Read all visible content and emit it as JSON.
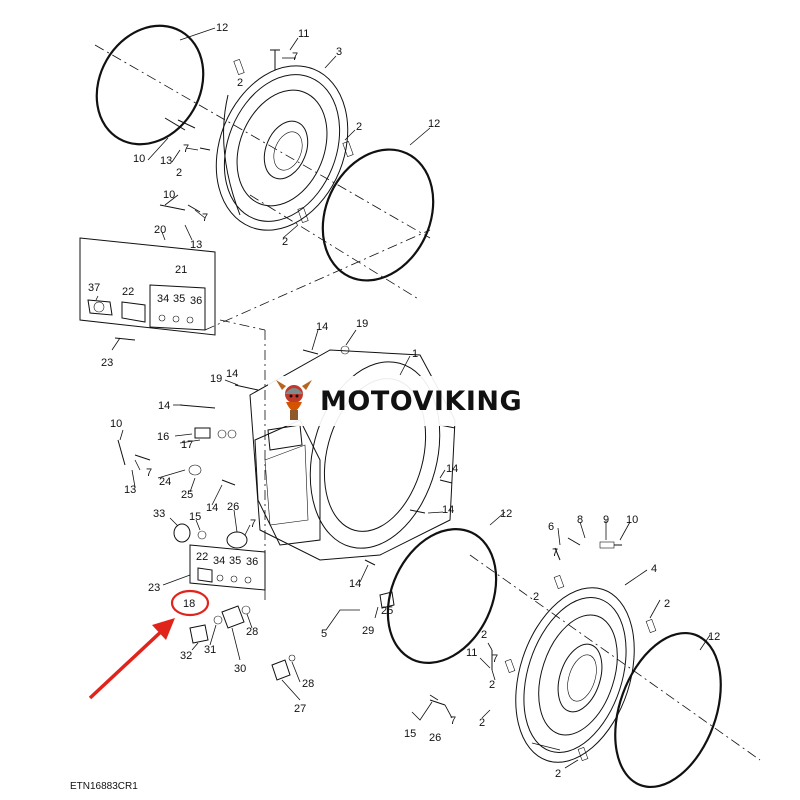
{
  "diagram": {
    "drawing_code": "ETN16883CR1",
    "watermark_text": "MOTOVIKING",
    "highlight_color": "#e0241b",
    "highlighted_part": "18",
    "callouts": {
      "c12a": "12",
      "c11a": "11",
      "c7a": "7",
      "c3": "3",
      "c2a": "2",
      "c2b": "2",
      "c12b": "12",
      "c10a": "10",
      "c13a": "13",
      "c2c": "2",
      "c7b": "7",
      "c10b": "10",
      "c7c": "7",
      "c13b": "13",
      "c2d": "2",
      "c20": "20",
      "c21": "21",
      "c37": "37",
      "c22a": "22",
      "c34a": "34",
      "c35a": "35",
      "c36a": "36",
      "c23a": "23",
      "c14a": "14",
      "c19a": "19",
      "c1": "1",
      "c19b": "19",
      "c14b": "14",
      "c14c": "14",
      "c10c": "10",
      "c16": "16",
      "c17": "17",
      "c7d": "7",
      "c13c": "13",
      "c24": "24",
      "c25": "25",
      "c14d": "14",
      "c14e": "14",
      "c33": "33",
      "c15a": "15",
      "c26a": "26",
      "c7e": "7",
      "c14f": "14",
      "c22b": "22",
      "c34b": "34",
      "c35b": "35",
      "c36b": "36",
      "c23b": "23",
      "c18": "18",
      "c14g": "14",
      "c25b": "25",
      "c28a": "28",
      "c29": "29",
      "c5": "5",
      "c32": "32",
      "c31": "31",
      "c30": "30",
      "c28b": "28",
      "c27": "27",
      "c12c": "12",
      "c6": "6",
      "c8": "8",
      "c9": "9",
      "c10d": "10",
      "c7f": "7",
      "c4": "4",
      "c2e": "2",
      "c2f": "2",
      "c2g": "2",
      "c11b": "11",
      "c7g": "7",
      "c2h": "2",
      "c12d": "12",
      "c15b": "15",
      "c26b": "26",
      "c7h": "7",
      "c2i": "2",
      "c2j": "2"
    }
  }
}
